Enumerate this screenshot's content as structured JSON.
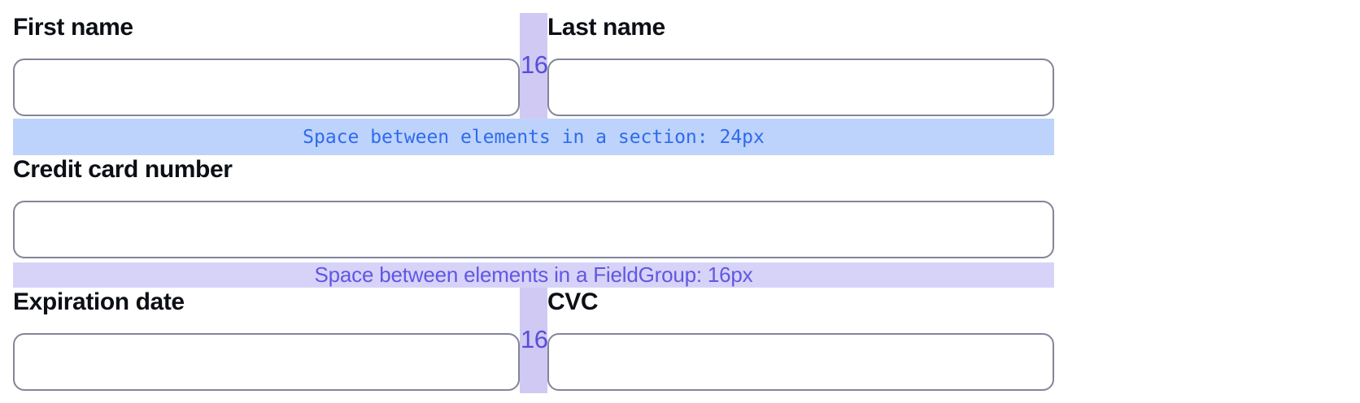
{
  "form": {
    "name_row": {
      "gap_label": "16",
      "fields": [
        {
          "label": "First name",
          "value": ""
        },
        {
          "label": "Last name",
          "value": ""
        }
      ]
    },
    "section_spacer": {
      "label": "Space between elements in a section: 24px"
    },
    "credit_card_field": {
      "label": "Credit card number",
      "value": ""
    },
    "fieldgroup_spacer": {
      "label": "Space between elements in a FieldGroup: 16px"
    },
    "expiry_row": {
      "gap_label": "16",
      "fields": [
        {
          "label": "Expiration date",
          "value": ""
        },
        {
          "label": "CVC",
          "value": ""
        }
      ]
    }
  },
  "colors": {
    "section_band_bg": "#bed3fb",
    "section_band_text": "#2d6bee",
    "fieldgroup_band_bg": "#d7d3f8",
    "fieldgroup_band_text": "#6157e2",
    "column_gap_strip_bg": "#cfc9f4",
    "gap_size_text": "#564fd8",
    "input_border": "#82869a",
    "label_text": "#0c0f15"
  }
}
